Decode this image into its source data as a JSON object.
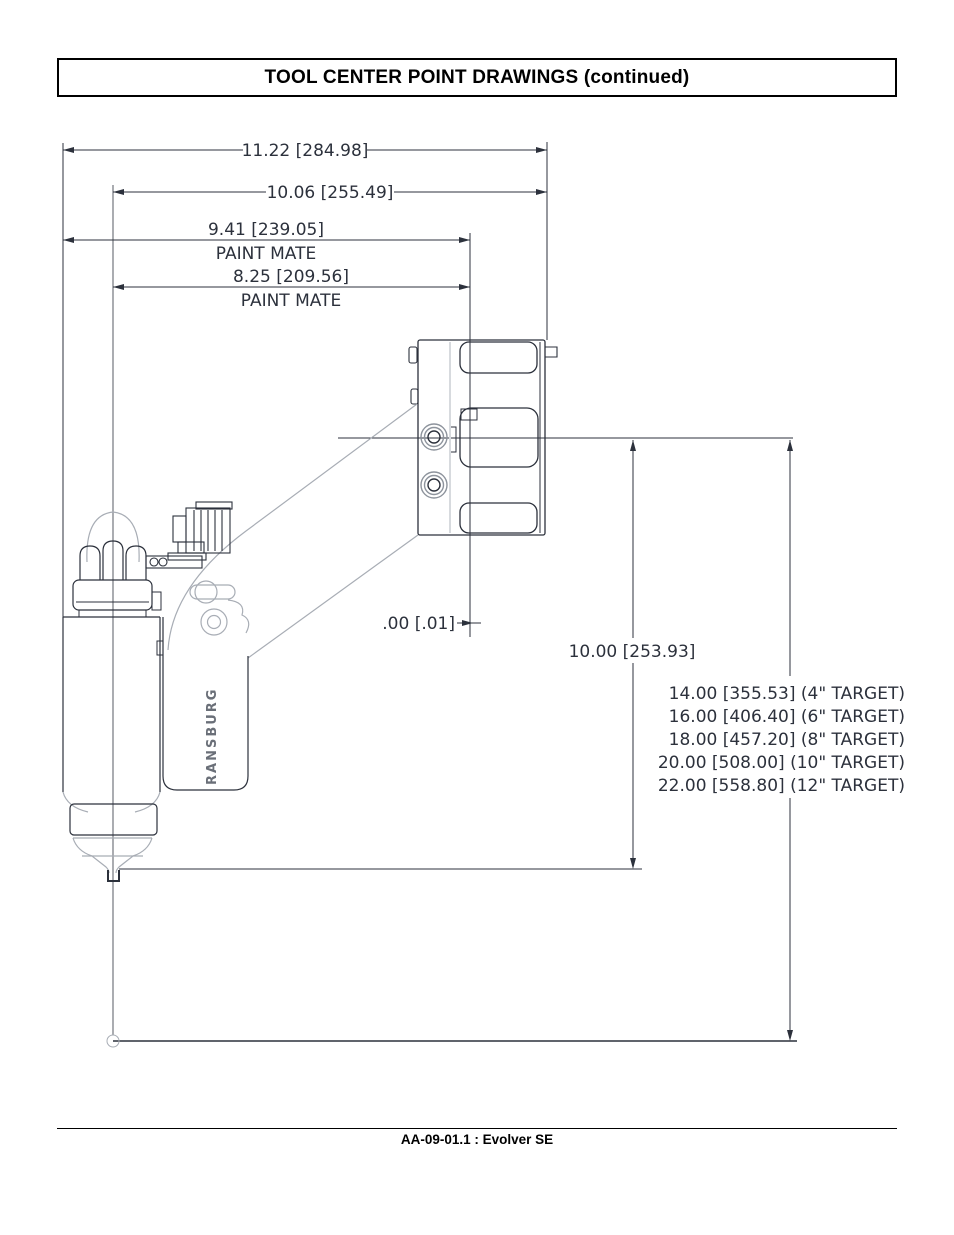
{
  "header": {
    "title": "TOOL CENTER POINT DRAWINGS (continued)"
  },
  "footer": {
    "doc_ref": "AA-09-01.1 : Evolver SE"
  },
  "drawing": {
    "labels": {
      "brand": "RANSBURG"
    },
    "dims": {
      "overall_width": "11.22 [284.98]",
      "to_axis_width": "10.06 [255.49]",
      "paintmate_width": "9.41 [239.05]",
      "paintmate_note1": "PAINT MATE",
      "paintmate_axis_width": "8.25 [209.56]",
      "paintmate_note2": "PAINT MATE",
      "zero_offset": ".00 [.01]",
      "bell_distance": "10.00 [253.93]",
      "targets": [
        "14.00 [355.53] (4\" TARGET)",
        "16.00 [406.40] (6\" TARGET)",
        "18.00 [457.20] (8\" TARGET)",
        "20.00 [508.00] (10\" TARGET)",
        "22.00 [558.80] (12\" TARGET)"
      ]
    },
    "colors": {
      "line_dark": "#2c313c",
      "line_gray": "#a8adb5",
      "text": "#2c313c",
      "background": "#ffffff"
    }
  }
}
